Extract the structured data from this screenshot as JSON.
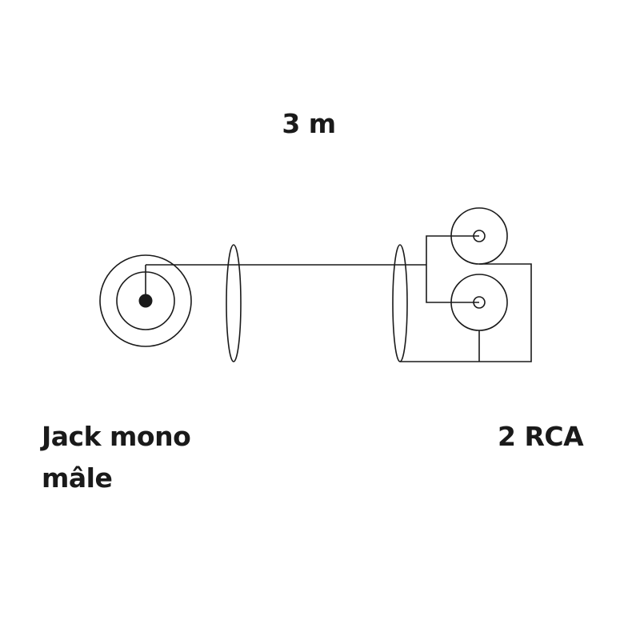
{
  "diagram": {
    "length": "3 m",
    "left_connector": {
      "line1": "Jack mono",
      "line2": "mâle"
    },
    "right_connector": "2 RCA",
    "stroke_color": "#1a1a1a"
  }
}
